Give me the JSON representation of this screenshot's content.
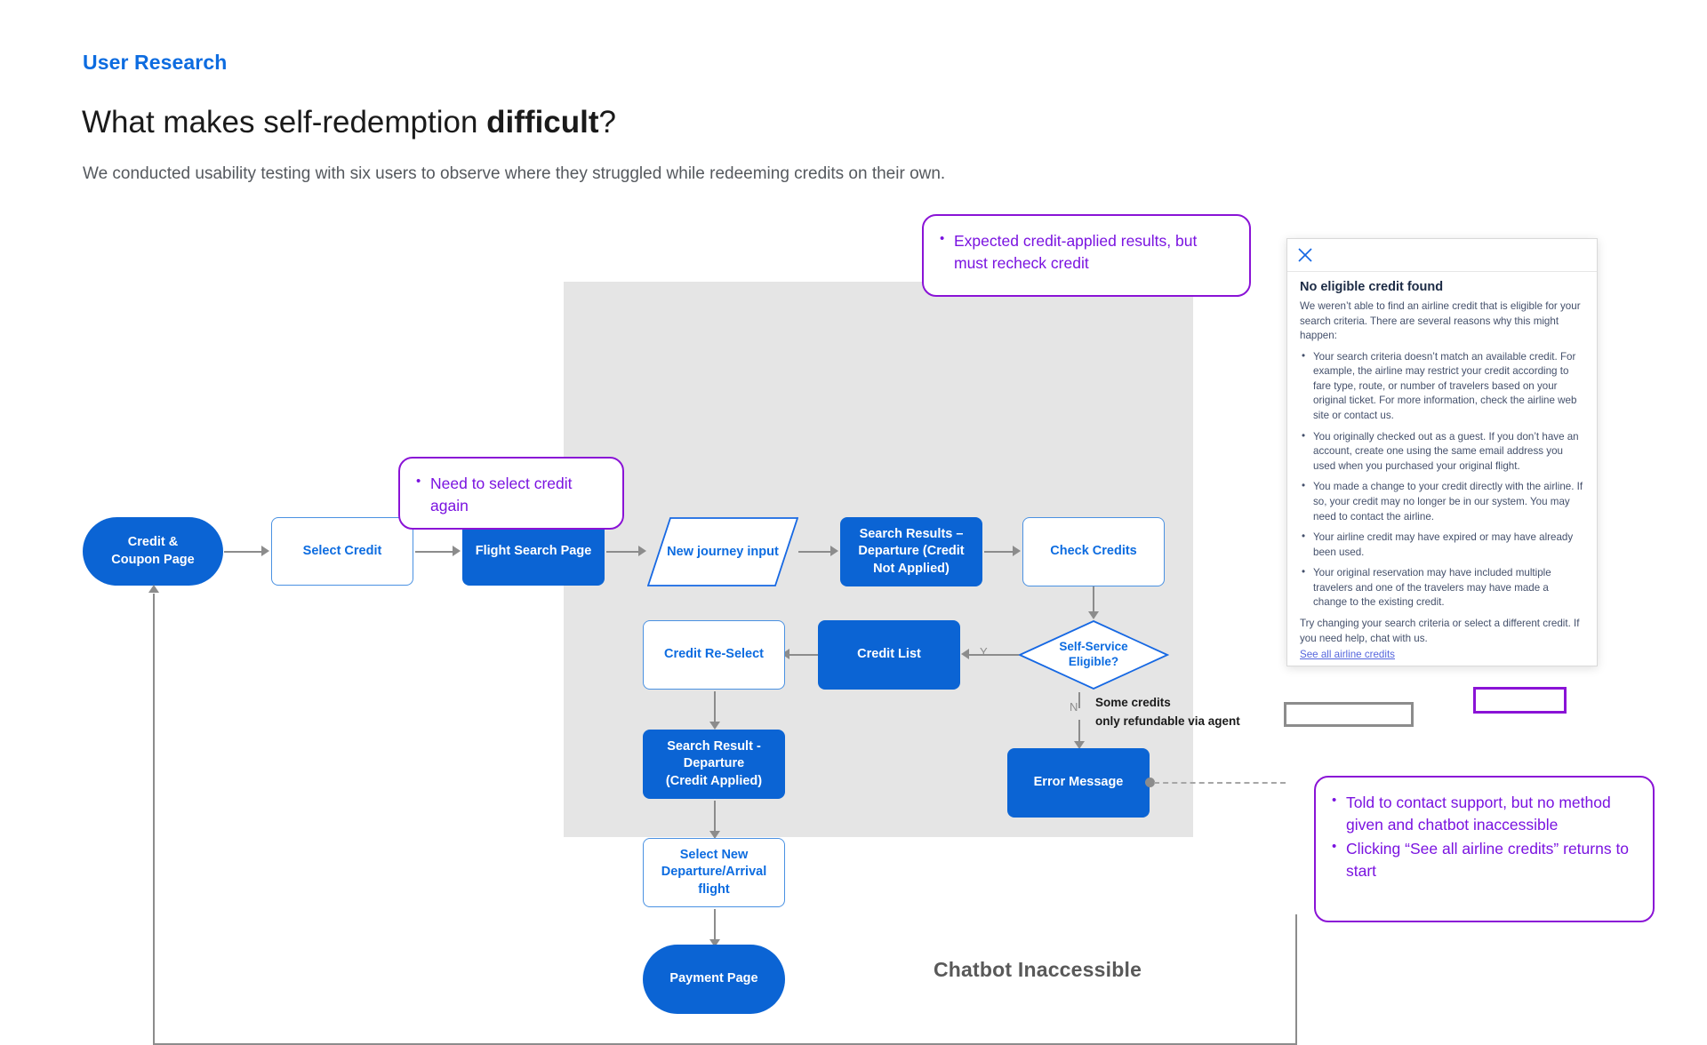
{
  "header": {
    "eyebrow": "User Research",
    "title_plain": "What makes self-redemption ",
    "title_bold": "difficult",
    "title_tail": "?",
    "subtitle": "We conducted usability testing with six users to observe where they struggled while redeeming credits on their own."
  },
  "flow": {
    "region_label": "Chatbot Inaccessible",
    "nodes": {
      "credit_coupon_page": "Credit &\nCoupon Page",
      "credit_coupon_line1": "Credit &",
      "credit_coupon_line2": "Coupon Page",
      "select_credit": "Select Credit",
      "flight_search_page": "Flight Search Page",
      "new_journey_input": "New journey input",
      "search_results_departure_line1": "Search Results –",
      "search_results_departure_line2": "Departure (Credit",
      "search_results_departure_line3": "Not Applied)",
      "check_credits": "Check Credits",
      "self_service_line1": "Self-Service",
      "self_service_line2": "Eligible?",
      "credit_list": "Credit List",
      "credit_reselect": "Credit Re-Select",
      "search_result_applied_line1": "Search Result -",
      "search_result_applied_line2": "Departure",
      "search_result_applied_line3": "(Credit Applied)",
      "select_new_flight_line1": "Select New",
      "select_new_flight_line2": "Departure/Arrival",
      "select_new_flight_line3": "flight",
      "payment_page": "Payment Page",
      "error_message": "Error Message"
    },
    "edge_labels": {
      "yes": "Y",
      "no": "N"
    },
    "annotation_note_line1": "Some credits",
    "annotation_note_line2": "only refundable via agent"
  },
  "callouts": {
    "top": [
      "Expected credit-applied results, but must recheck credit"
    ],
    "left": [
      "Need to select credit again"
    ],
    "bottom_right": [
      "Told to contact support, but no method given and chatbot inaccessible",
      "Clicking “See all airline credits” returns to start"
    ]
  },
  "dialog": {
    "close_icon": "close-icon",
    "title": "No eligible credit found",
    "intro": "We weren’t able to find an airline credit that is eligible for your search criteria. There are several reasons why this might happen:",
    "reasons": [
      "Your search criteria doesn’t match an available credit. For example, the airline may restrict your credit according to fare type, route, or number of travelers based on your original ticket. For more information, check the airline web site or contact us.",
      "You originally checked out as a guest. If you don’t have an account, create one using the same email address you used when you purchased your original flight.",
      "You made a change to your credit directly with the airline. If so, your credit may no longer be in our system. You may need to contact the airline.",
      "Your airline credit may have expired or may have already been used.",
      "Your original reservation may have included multiple travelers and one of the travelers may have made a change to the existing credit."
    ],
    "outro": "Try changing your search criteria or select a different credit. If you need help, chat with us.",
    "link": "See all airline credits"
  },
  "colors": {
    "brand_blue": "#0b64d4",
    "link_blue": "#0d6ce0",
    "accent_purple": "#8a13d6",
    "gray_band": "#e5e5e5",
    "connector_gray": "#8c8c8c"
  }
}
